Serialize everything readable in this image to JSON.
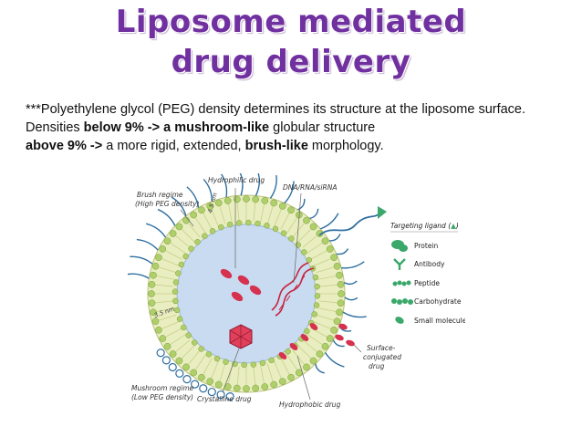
{
  "title": {
    "line1": "Liposome mediated",
    "line2": "drug delivery"
  },
  "paragraph": {
    "line1": "***Polyethylene glycol (PEG) density determines its structure at the liposome surface.",
    "line2_prefix": "Densities ",
    "line2_bold": "below 9% -> a mushroom-like",
    "line2_suffix": " globular structure",
    "line3_bold1": "above 9% ->",
    "line3_mid": " a more rigid, extended, ",
    "line3_bold2": "brush-like",
    "line3_suffix": " morphology."
  },
  "figure": {
    "hydrophilic_drug": "Hydrophilic drug",
    "dna_label": "DNA/RNA/siRNA",
    "brush_regime_1": "Brush regime",
    "brush_regime_2": "(High PEG density)",
    "dim_4_5": "4.5 nm",
    "dim_3_5": "3.5 nm",
    "mushroom_regime_1": "Mushroom regime",
    "mushroom_regime_2": "(Low PEG density)",
    "crystalline_drug": "Crystalline drug",
    "hydrophobic_drug": "Hydrophobic drug",
    "surface_conj_1": "Surface-",
    "surface_conj_2": "conjugated",
    "surface_conj_3": "drug",
    "legend": {
      "title": "Targeting ligand (",
      "title_end": ")",
      "items": [
        "Protein",
        "Antibody",
        "Peptide",
        "Carbohydrate",
        "Small molecule"
      ]
    },
    "colors": {
      "core": "#c9dbf0",
      "bilayer": "#e9eec0",
      "head": "#aecf6a",
      "peg": "#2f6fa0",
      "drug": "#d6314f",
      "ligand": "#3aa86a"
    }
  }
}
